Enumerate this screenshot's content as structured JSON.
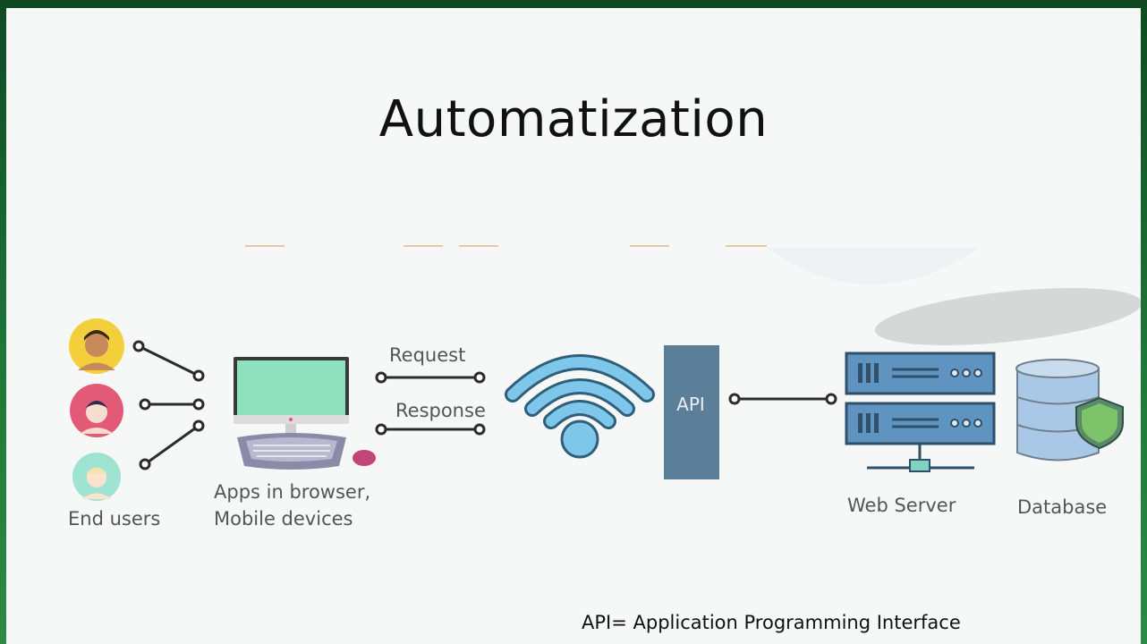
{
  "slide": {
    "title": "Automatization",
    "footnote": "API= Application Programming Interface"
  },
  "diagram": {
    "end_users_label": "End users",
    "apps_label_line1": "Apps in browser,",
    "apps_label_line2": "Mobile devices",
    "request_label": "Request",
    "response_label": "Response",
    "api_label": "API",
    "web_server_label": "Web Server",
    "database_label": "Database"
  },
  "colors": {
    "frame_green": "#1f6b35",
    "slide_bg": "#f6f7f7",
    "screen_green": "#8fe0bf",
    "wifi_blue": "#7fc7ea",
    "api_blue": "#5b7f99",
    "server_blue": "#5f93c0",
    "db_blue": "#a9c8e6",
    "shield_green": "#7cc36a",
    "line_dark": "#2b2b2b"
  }
}
